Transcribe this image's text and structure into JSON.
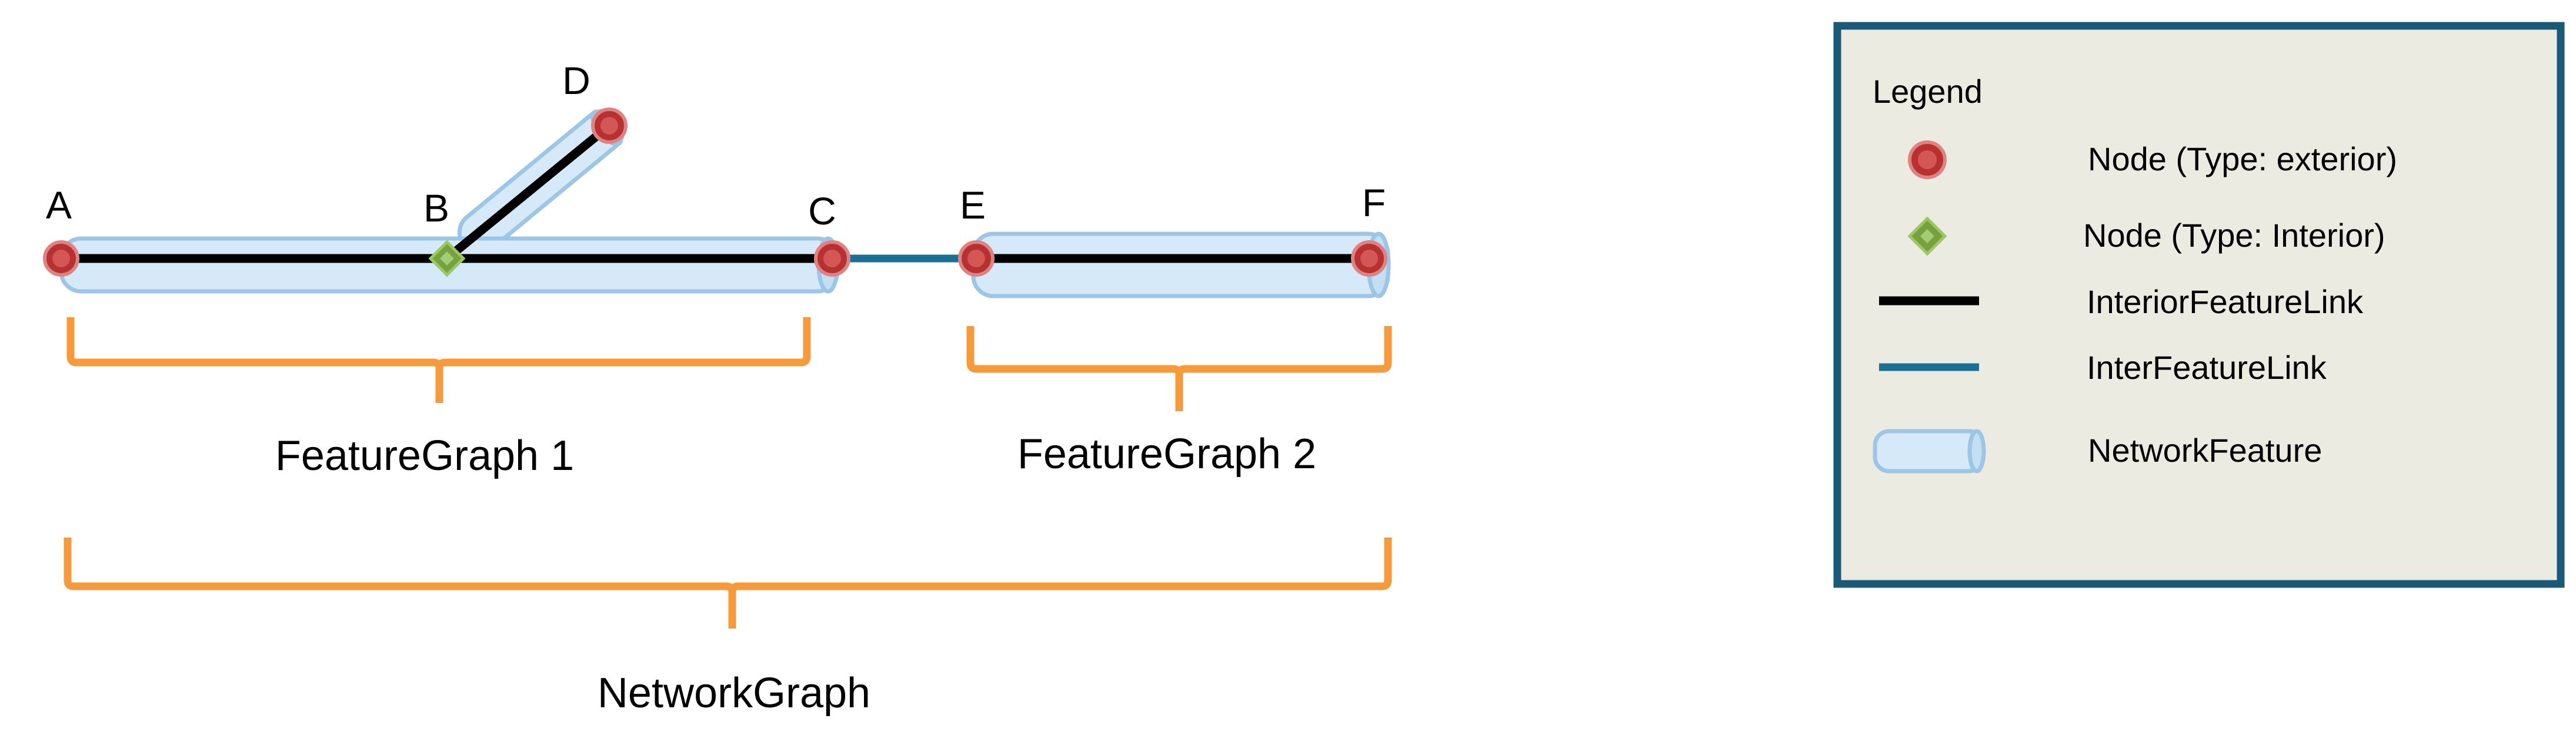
{
  "diagram": {
    "nodes": {
      "A": {
        "label": "A",
        "type": "exterior"
      },
      "B": {
        "label": "B",
        "type": "interior"
      },
      "C": {
        "label": "C",
        "type": "exterior"
      },
      "D": {
        "label": "D",
        "type": "exterior"
      },
      "E": {
        "label": "E",
        "type": "exterior"
      },
      "F": {
        "label": "F",
        "type": "exterior"
      }
    },
    "links": [
      {
        "from": "A",
        "to": "B",
        "kind": "InteriorFeatureLink"
      },
      {
        "from": "B",
        "to": "C",
        "kind": "InteriorFeatureLink"
      },
      {
        "from": "B",
        "to": "D",
        "kind": "InteriorFeatureLink"
      },
      {
        "from": "C",
        "to": "E",
        "kind": "InterFeatureLink"
      },
      {
        "from": "E",
        "to": "F",
        "kind": "InteriorFeatureLink"
      }
    ],
    "groups": {
      "feature_graph_1": "FeatureGraph 1",
      "feature_graph_2": "FeatureGraph 2",
      "network_graph": "NetworkGraph"
    }
  },
  "legend": {
    "title": "Legend",
    "items": [
      {
        "symbol": "exterior-node",
        "label": "Node (Type: exterior)"
      },
      {
        "symbol": "interior-node",
        "label": "Node (Type: Interior)"
      },
      {
        "symbol": "interior-feature-link",
        "label": "InteriorFeatureLink"
      },
      {
        "symbol": "inter-feature-link",
        "label": "InterFeatureLink"
      },
      {
        "symbol": "network-feature",
        "label": "NetworkFeature"
      }
    ]
  },
  "colors": {
    "exterior_node": "#b83131",
    "interior_node": "#77a13d",
    "interior_feature_link": "#000000",
    "inter_feature_link": "#1a6f95",
    "network_feature": "#d6e9f8",
    "brace": "#f79a3c",
    "legend_border": "#1a5a78",
    "legend_fill": "#ecebe1"
  }
}
